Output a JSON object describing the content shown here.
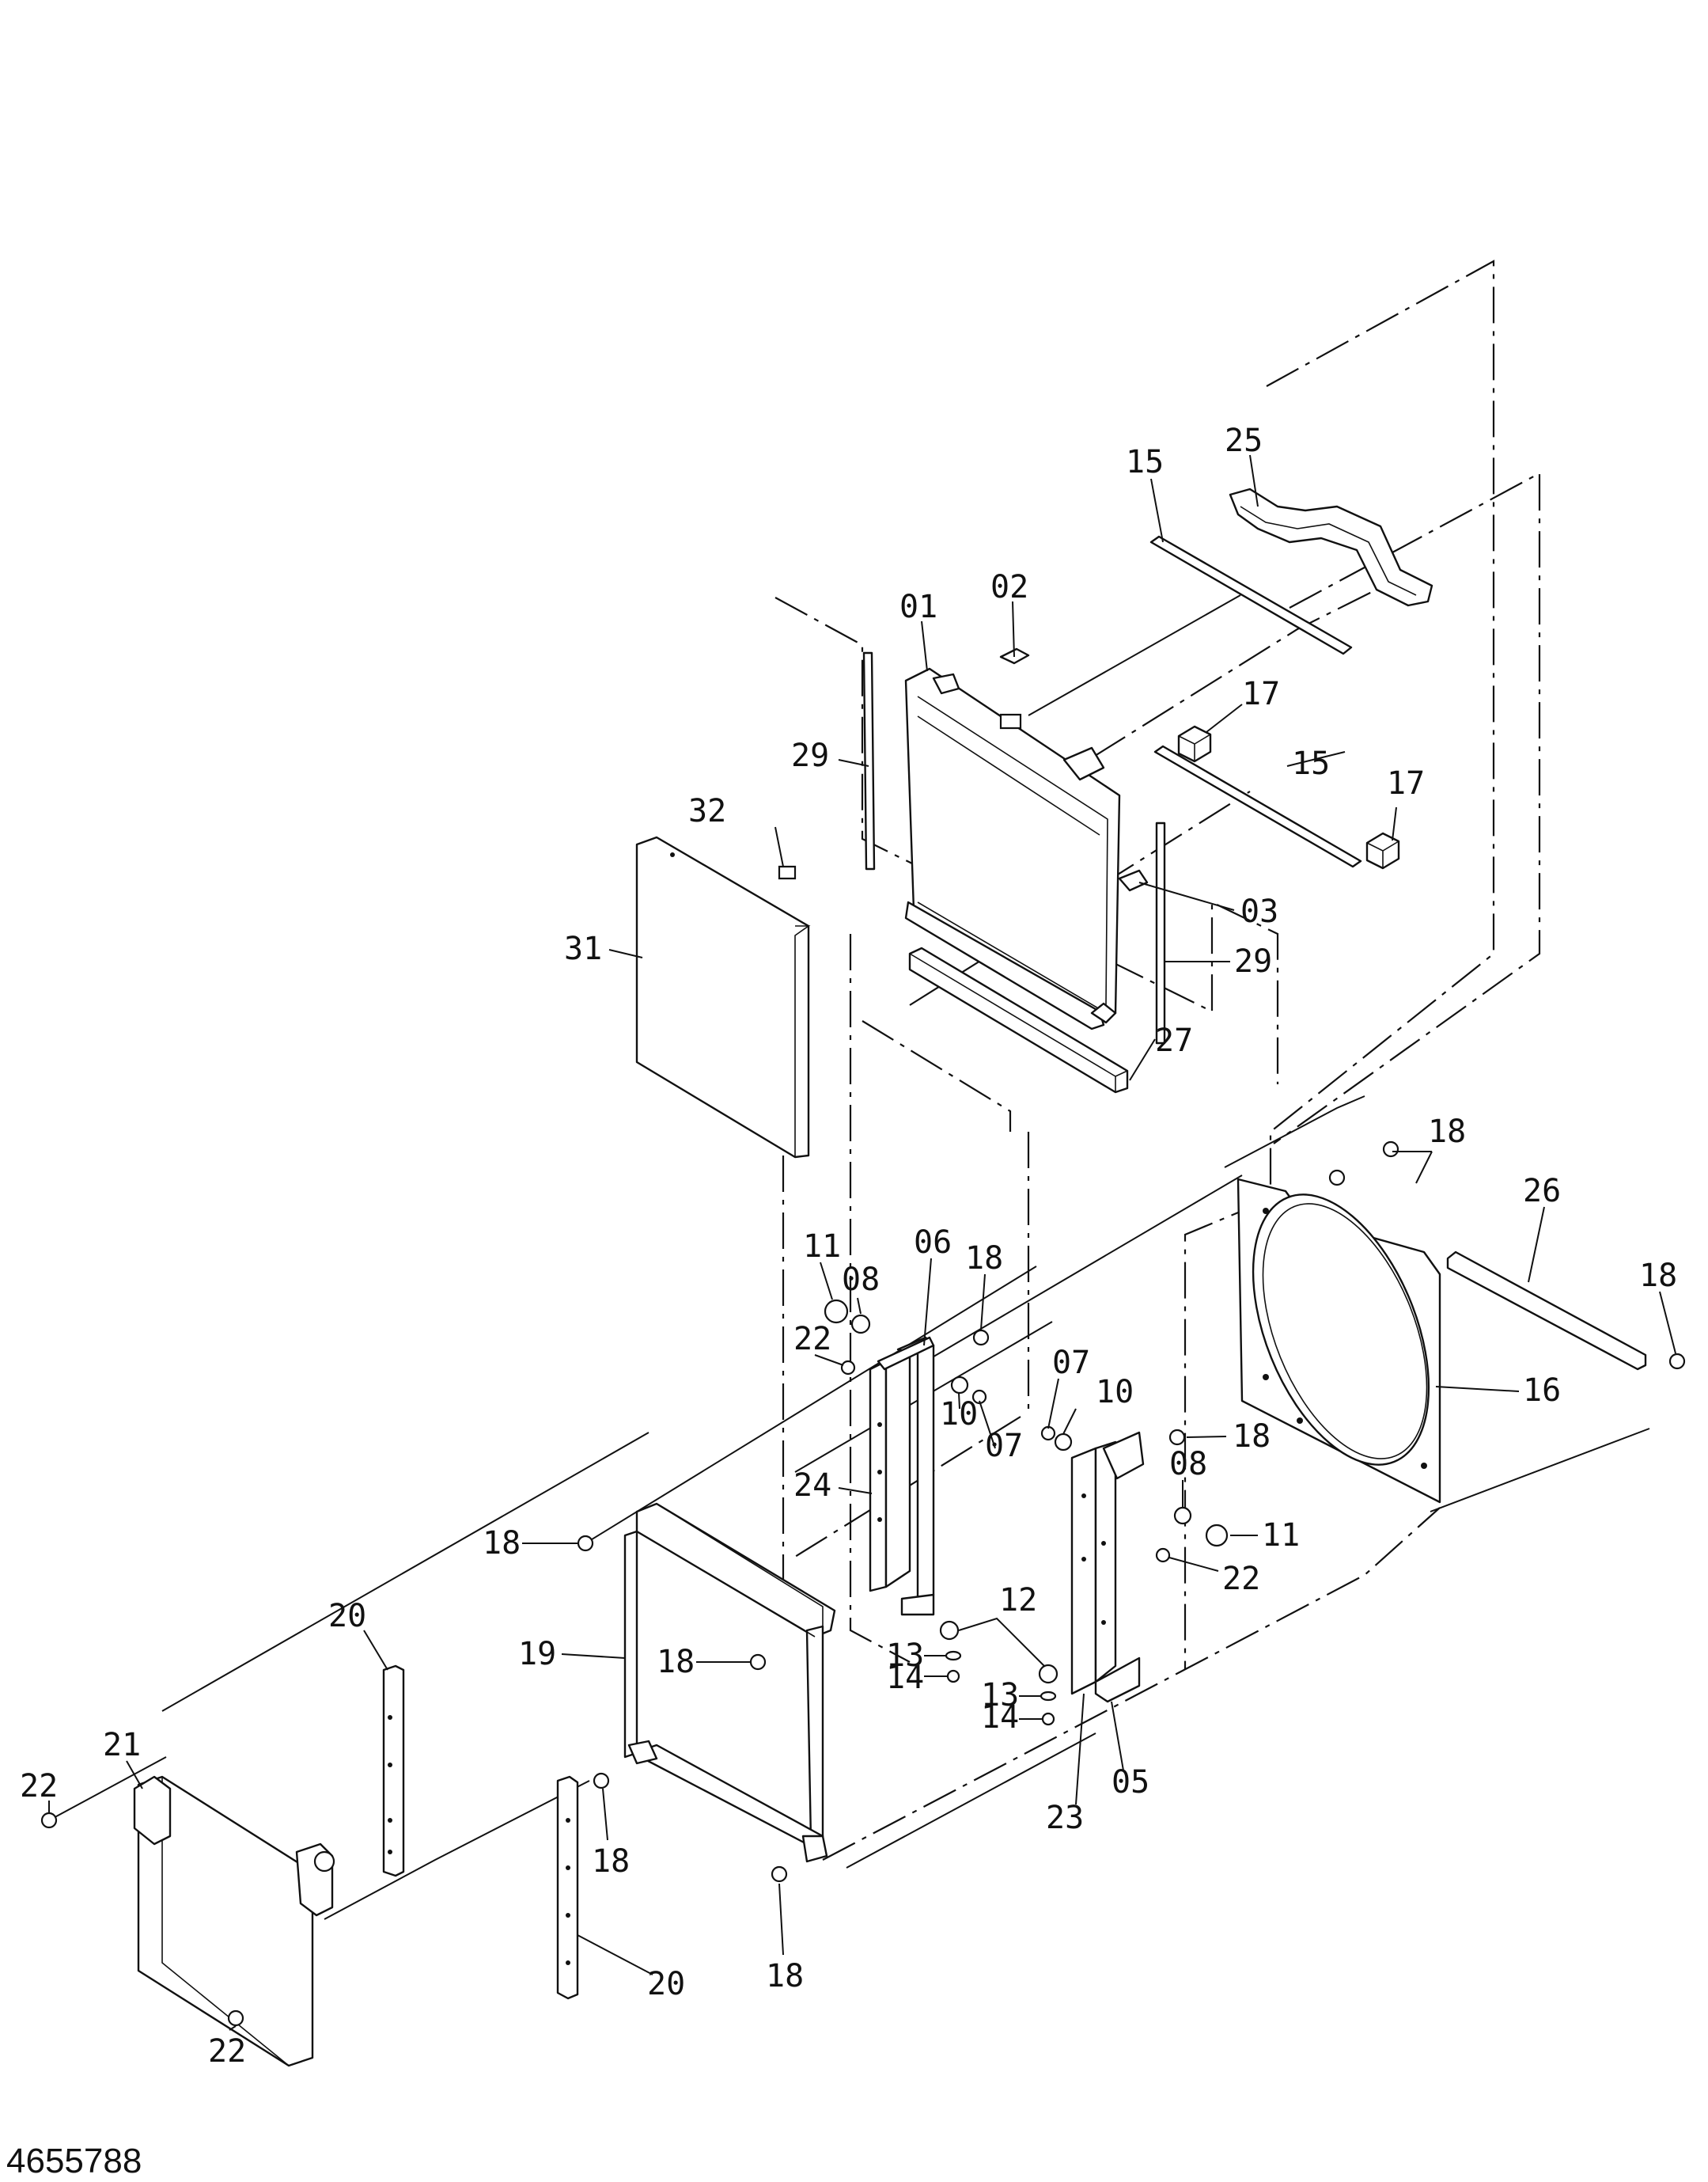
{
  "document_number": "4655788",
  "callouts": {
    "c01": "01",
    "c02": "02",
    "c03": "03",
    "c05": "05",
    "c06": "06",
    "c07a": "07",
    "c07b": "07",
    "c08a": "08",
    "c08b": "08",
    "c10a": "10",
    "c10b": "10",
    "c11a": "11",
    "c11b": "11",
    "c12": "12",
    "c13a": "13",
    "c13b": "13",
    "c14a": "14",
    "c14b": "14",
    "c15a": "15",
    "c15b": "15",
    "c16": "16",
    "c17a": "17",
    "c17b": "17",
    "c18a": "18",
    "c18b": "18",
    "c18c": "18",
    "c18d": "18",
    "c18e": "18",
    "c18f": "18",
    "c18g": "18",
    "c18h": "18",
    "c19": "19",
    "c20a": "20",
    "c20b": "20",
    "c21": "21",
    "c22a": "22",
    "c22b": "22",
    "c22c": "22",
    "c22d": "22",
    "c23": "23",
    "c24": "24",
    "c25": "25",
    "c26": "26",
    "c27": "27",
    "c29a": "29",
    "c29b": "29",
    "c31": "31",
    "c32": "32"
  }
}
